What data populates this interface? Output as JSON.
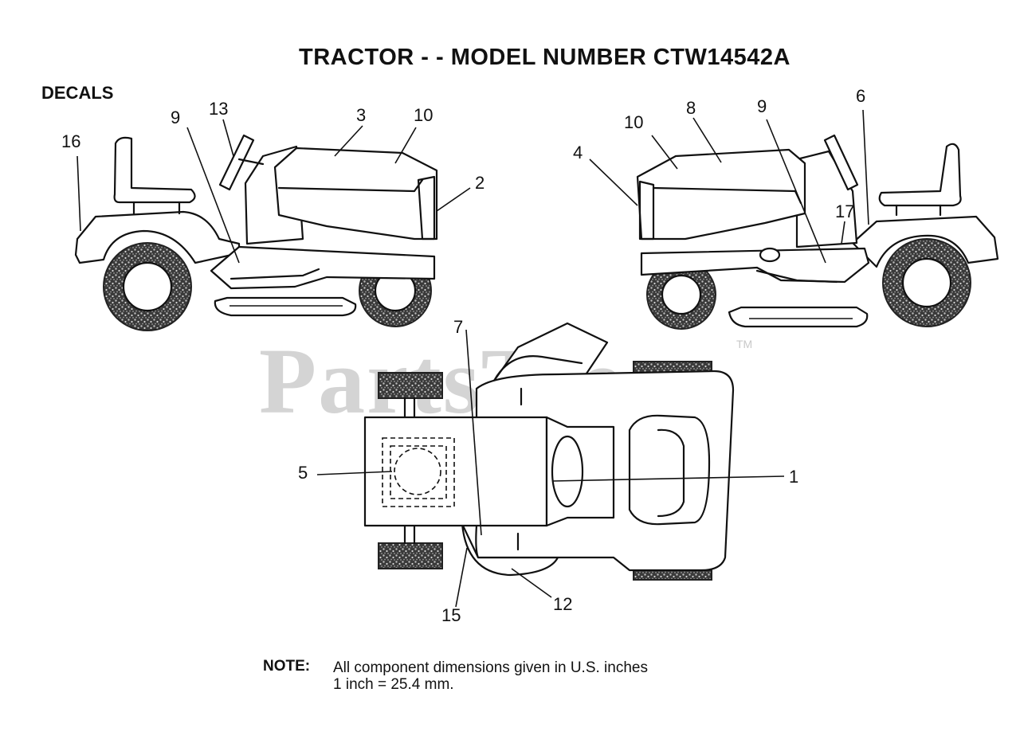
{
  "page": {
    "title": "TRACTOR - - MODEL NUMBER CTW14542A",
    "section_label": "DECALS",
    "note_label": "NOTE:",
    "note_line1": "All component dimensions given in U.S. inches",
    "note_line2": "1 inch = 25.4 mm.",
    "watermark": "PartsTree",
    "watermark_tm": "TM"
  },
  "callouts": {
    "left_view": [
      "16",
      "9",
      "13",
      "3",
      "10",
      "2"
    ],
    "right_view": [
      "4",
      "10",
      "8",
      "9",
      "6",
      "17"
    ],
    "top_view": [
      "7",
      "5",
      "1",
      "15",
      "12"
    ]
  },
  "colors": {
    "line": "#111111",
    "watermark": "#d4d4d4",
    "background": "#ffffff"
  }
}
